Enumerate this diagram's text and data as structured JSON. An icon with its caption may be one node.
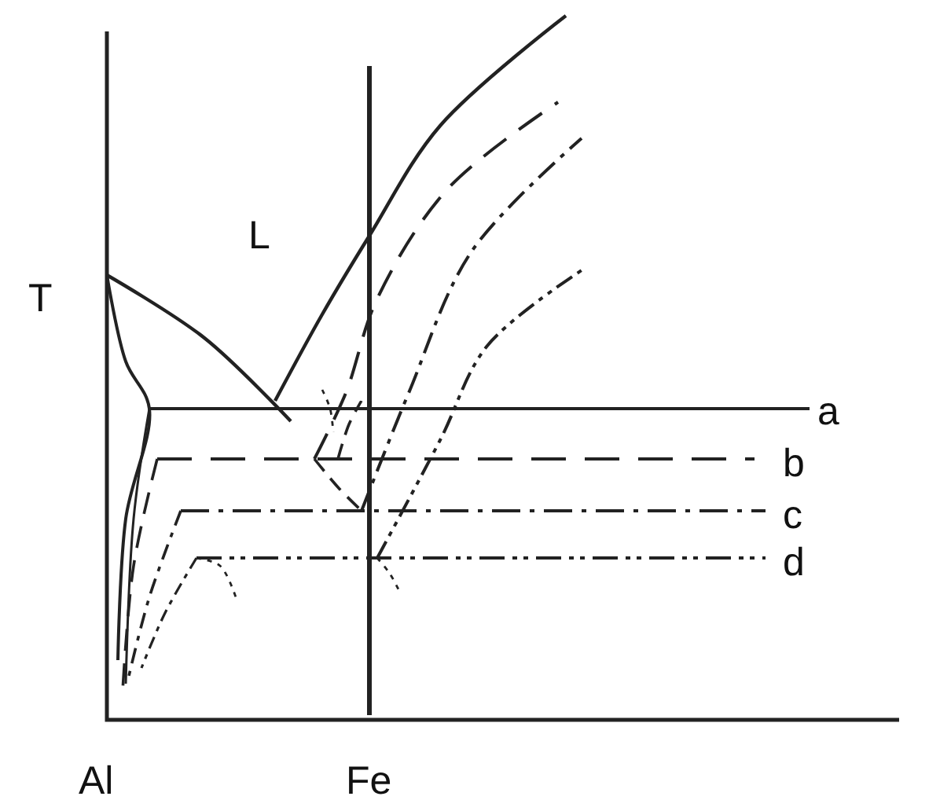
{
  "diagram": {
    "labels": [
      "T",
      "L",
      "a",
      "b",
      "c",
      "d",
      "Al",
      "Fe"
    ]
  }
}
